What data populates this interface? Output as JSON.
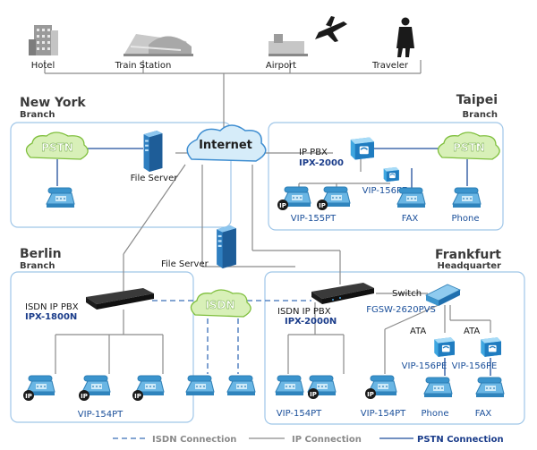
{
  "top_nodes": {
    "hotel": "Hotel",
    "train_station": "Train Station",
    "airport": "Airport",
    "traveler": "Traveler"
  },
  "internet": "Internet",
  "new_york": {
    "title": "New York",
    "subtitle": "Branch",
    "pstn": "PSTN",
    "file_server": "File Server"
  },
  "taipei": {
    "title": "Taipei",
    "subtitle": "Branch",
    "pstn": "PSTN",
    "pbx_label": "IP PBX",
    "pbx_model": "IPX-2000",
    "phone_model": "VIP-155PT",
    "gateway_model": "VIP-156PE",
    "fax": "FAX",
    "phone": "Phone",
    "ip_badge": "IP"
  },
  "berlin": {
    "title": "Berlin",
    "subtitle": "Branch",
    "pbx_label": "ISDN IP PBX",
    "pbx_model": "IPX-1800N",
    "phone_model": "VIP-154PT",
    "ip_badge": "IP"
  },
  "center": {
    "file_server": "File Server",
    "isdn": "ISDN"
  },
  "frankfurt": {
    "title": "Frankfurt",
    "subtitle": "Headquarter",
    "pbx_label": "ISDN IP PBX",
    "pbx_model": "IPX-2000N",
    "switch_label": "Switch",
    "switch_model": "FGSW-2620PVS",
    "ata_label": "ATA",
    "gateway_model": "VIP-156PE",
    "phone_model": "VIP-154PT",
    "phone": "Phone",
    "fax": "FAX",
    "ip_badge": "IP"
  },
  "legend": {
    "isdn": "ISDN Connection",
    "ip": "IP Connection",
    "pstn": "PSTN Connection"
  },
  "colors": {
    "ip_line": "#8a8a8a",
    "pstn_line": "#1f4e9c",
    "isdn_line": "#3b6fb8",
    "panel_border": "#9fc6e8",
    "cloud": "#d6ecf9",
    "pstn_cloud": "#d8f0b8"
  }
}
